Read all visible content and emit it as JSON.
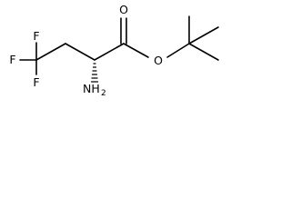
{
  "molecule": {
    "atoms": {
      "fluorine_top": "F",
      "fluorine_left": "F",
      "fluorine_bottom": "F",
      "amine_symbol": "NH",
      "amine_subscript": "2",
      "carbonyl_oxygen": "O",
      "ester_oxygen": "O"
    },
    "stereo_bond": "hashed wedge",
    "line_color": "#000000"
  }
}
